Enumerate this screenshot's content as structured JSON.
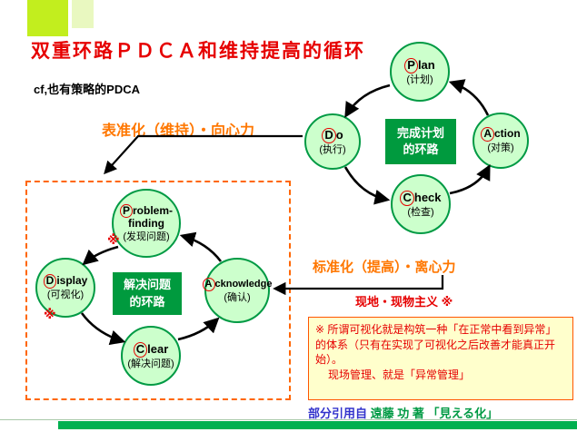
{
  "colors": {
    "title_red": "#e60000",
    "label_orange": "#ff7700",
    "node_fill": "#ccffcc",
    "node_border": "#009a44",
    "center_box_green": "#009a3e",
    "dashed_box_orange": "#ff6600",
    "note_bg": "#ffffcc",
    "note_border": "#ff5500",
    "note_text": "#e60000",
    "bottom_bar_green": "#00b050",
    "credit_blue": "#3333cc",
    "credit_green": "#009a44"
  },
  "header": {
    "title": "双重环路ＰＤＣＡ和维持提高的循环",
    "subtitle": "cf,也有策略的PDCA"
  },
  "annotations": {
    "maintain_label": "表准化（维持）・向心力",
    "standardize_label": "标准化（提高）・离心力",
    "genchi_label": "现地・现物主义 ※"
  },
  "right_cycle": {
    "center_box_line1": "完成计划",
    "center_box_line2": "的环路",
    "plan": {
      "first": "P",
      "rest": "lan",
      "zh": "(计划)"
    },
    "do": {
      "first": "D",
      "rest": "o",
      "zh": "(执行)"
    },
    "action": {
      "first": "A",
      "rest": "ction",
      "zh": "(对策)"
    },
    "check": {
      "first": "C",
      "rest": "heck",
      "zh": "(检查)"
    }
  },
  "left_cycle": {
    "center_box_line1": "解决问题",
    "center_box_line2": "的环路",
    "problem_finding": {
      "first": "P",
      "rest": "roblem-",
      "line2": "finding",
      "zh": "(发现问题)",
      "mark": "※"
    },
    "display": {
      "first": "D",
      "rest": "isplay",
      "zh": "(可视化)",
      "mark": "※"
    },
    "acknowledge": {
      "first": "A",
      "rest": "cknowledge",
      "zh": "(确认)"
    },
    "clear": {
      "first": "C",
      "rest": "lear",
      "zh": "(解决问题)"
    }
  },
  "note": {
    "para1": "※ 所谓可视化就是构筑一种「在正常中看到异常」的体系（只有在实现了可视化之后改善才能真正开始）。",
    "para2": "现场管理、就是「异常管理」"
  },
  "credit": {
    "prefix": "部分引用自",
    "rest": "遠藤 功 著 「見える化」"
  }
}
